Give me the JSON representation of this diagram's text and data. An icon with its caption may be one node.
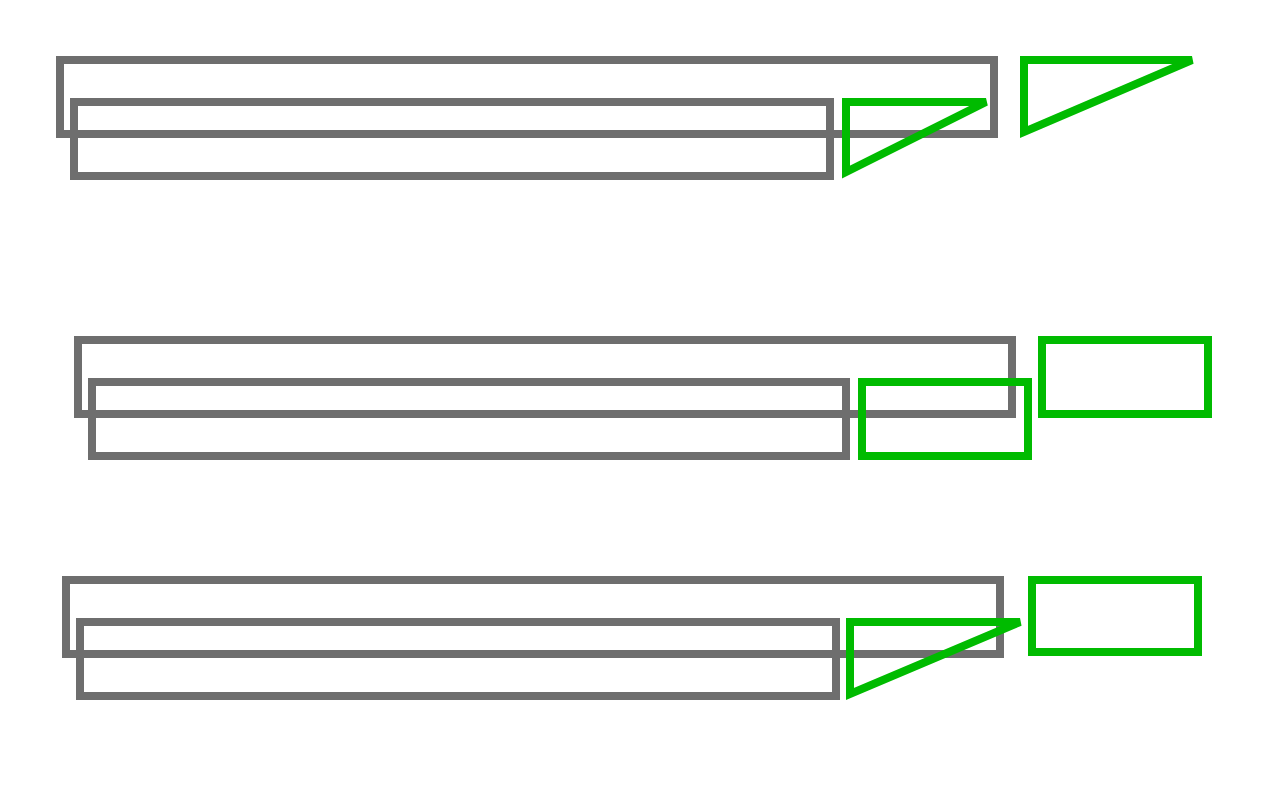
{
  "diagram": {
    "nodes": [
      {
        "text": [],
        "shape": "box"
      },
      {
        "text": [],
        "shape": "box"
      },
      {
        "text": [],
        "shape": "triangle"
      },
      {
        "text": [],
        "shape": "triangle"
      },
      {
        "text": [],
        "shape": "box"
      },
      {
        "text": [],
        "shape": "box"
      },
      {
        "text": [],
        "shape": "box"
      },
      {
        "text": [],
        "shape": "box"
      },
      {
        "text": [],
        "shape": "box"
      },
      {
        "text": [],
        "shape": "box"
      },
      {
        "text": [],
        "shape": "triangle"
      },
      {
        "text": [],
        "shape": "box"
      }
    ]
  }
}
